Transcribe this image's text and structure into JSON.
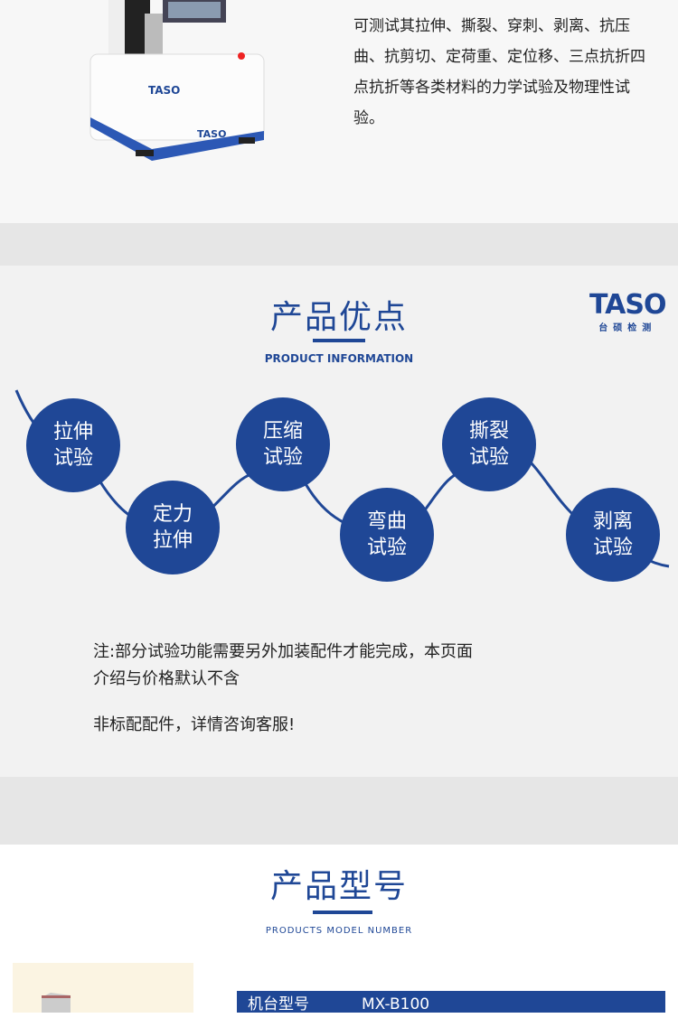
{
  "intro": {
    "description": "可测试其拉伸、撕裂、穿刺、剥离、抗压曲、抗剪切、定荷重、定位移、三点抗折四点抗折等各类材料的力学试验及物理性试验。",
    "machine_brand": "TASO"
  },
  "advantages": {
    "title": "产品优点",
    "subtitle": "PRODUCT INFORMATION",
    "logo": {
      "text": "TASO",
      "tagline": "台硕检测"
    },
    "items": [
      {
        "line1": "拉伸",
        "line2": "试验"
      },
      {
        "line1": "定力",
        "line2": "拉伸"
      },
      {
        "line1": "压缩",
        "line2": "试验"
      },
      {
        "line1": "弯曲",
        "line2": "试验"
      },
      {
        "line1": "撕裂",
        "line2": "试验"
      },
      {
        "line1": "剥离",
        "line2": "试验"
      }
    ],
    "note_line1": "注:部分试验功能需要另外加装配件才能完成，本页面",
    "note_line2": "介绍与价格默认不含",
    "note_line3": "非标配配件，详情咨询客服!"
  },
  "models": {
    "title": "产品型号",
    "subtitle": "PRODUCTS MODEL NUMBER",
    "table": {
      "label": "机台型号",
      "value": "MX-B100"
    }
  },
  "colors": {
    "brand": "#1f4796"
  }
}
